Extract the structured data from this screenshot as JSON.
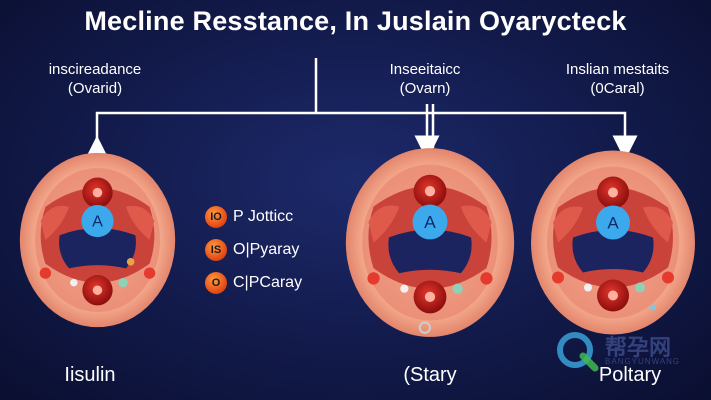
{
  "title": "Mecline Resstance, In Juslain Oyarycteck",
  "headers": [
    {
      "line1": "inscireadance",
      "line2": "(Ovarid)"
    },
    {
      "line1": "Inseeitaicc",
      "line2": "(Ovarn)"
    },
    {
      "line1": "Inslian mestaits",
      "line2": "(0Caral)"
    }
  ],
  "organs": [
    {
      "center_letter": "A"
    },
    {
      "center_letter": "A"
    },
    {
      "center_letter": "A"
    }
  ],
  "legend": [
    {
      "badge": "IO",
      "label": "P Jotticc"
    },
    {
      "badge": "IS",
      "label": "O|Pyaray"
    },
    {
      "badge": "O",
      "label": "C|PCaray"
    }
  ],
  "bottom_labels": [
    "Iisulin",
    "(Stary",
    "Poltary"
  ],
  "watermark": {
    "text": "帮孕网",
    "sub": "BANGYUNWANG"
  },
  "colors": {
    "background": "#121a4a",
    "arrow": "#ffffff",
    "legend_dot": "#e8501a"
  }
}
